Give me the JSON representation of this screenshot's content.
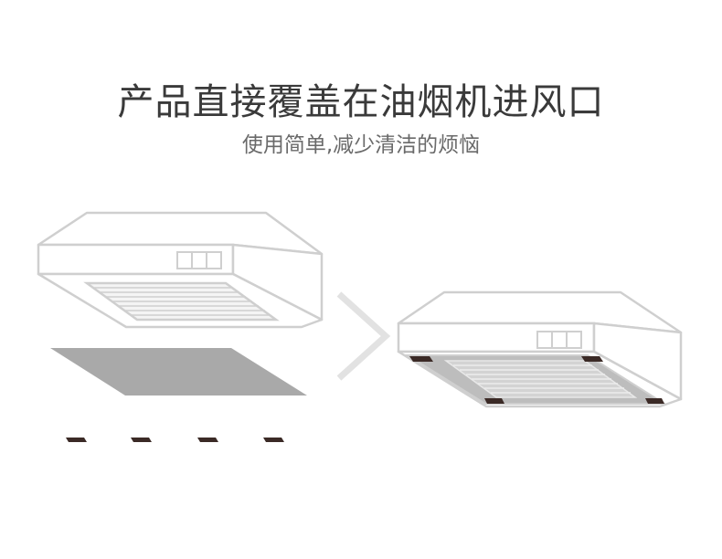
{
  "headline": {
    "title": "产品直接覆盖在油烟机进风口",
    "subtitle": "使用简单,减少清洁的烦恼"
  },
  "colors": {
    "outline": "#cfcfcf",
    "filter_sheet": "#a9a9a9",
    "pad": "#3b2a26",
    "text_dark": "#3a3a3a",
    "text_muted": "#6a6a6a"
  },
  "illustration": {
    "before": "range-hood-with-separate-filter-and-pads",
    "arrow": "chevron-right-icon",
    "after": "range-hood-with-filter-attached"
  }
}
